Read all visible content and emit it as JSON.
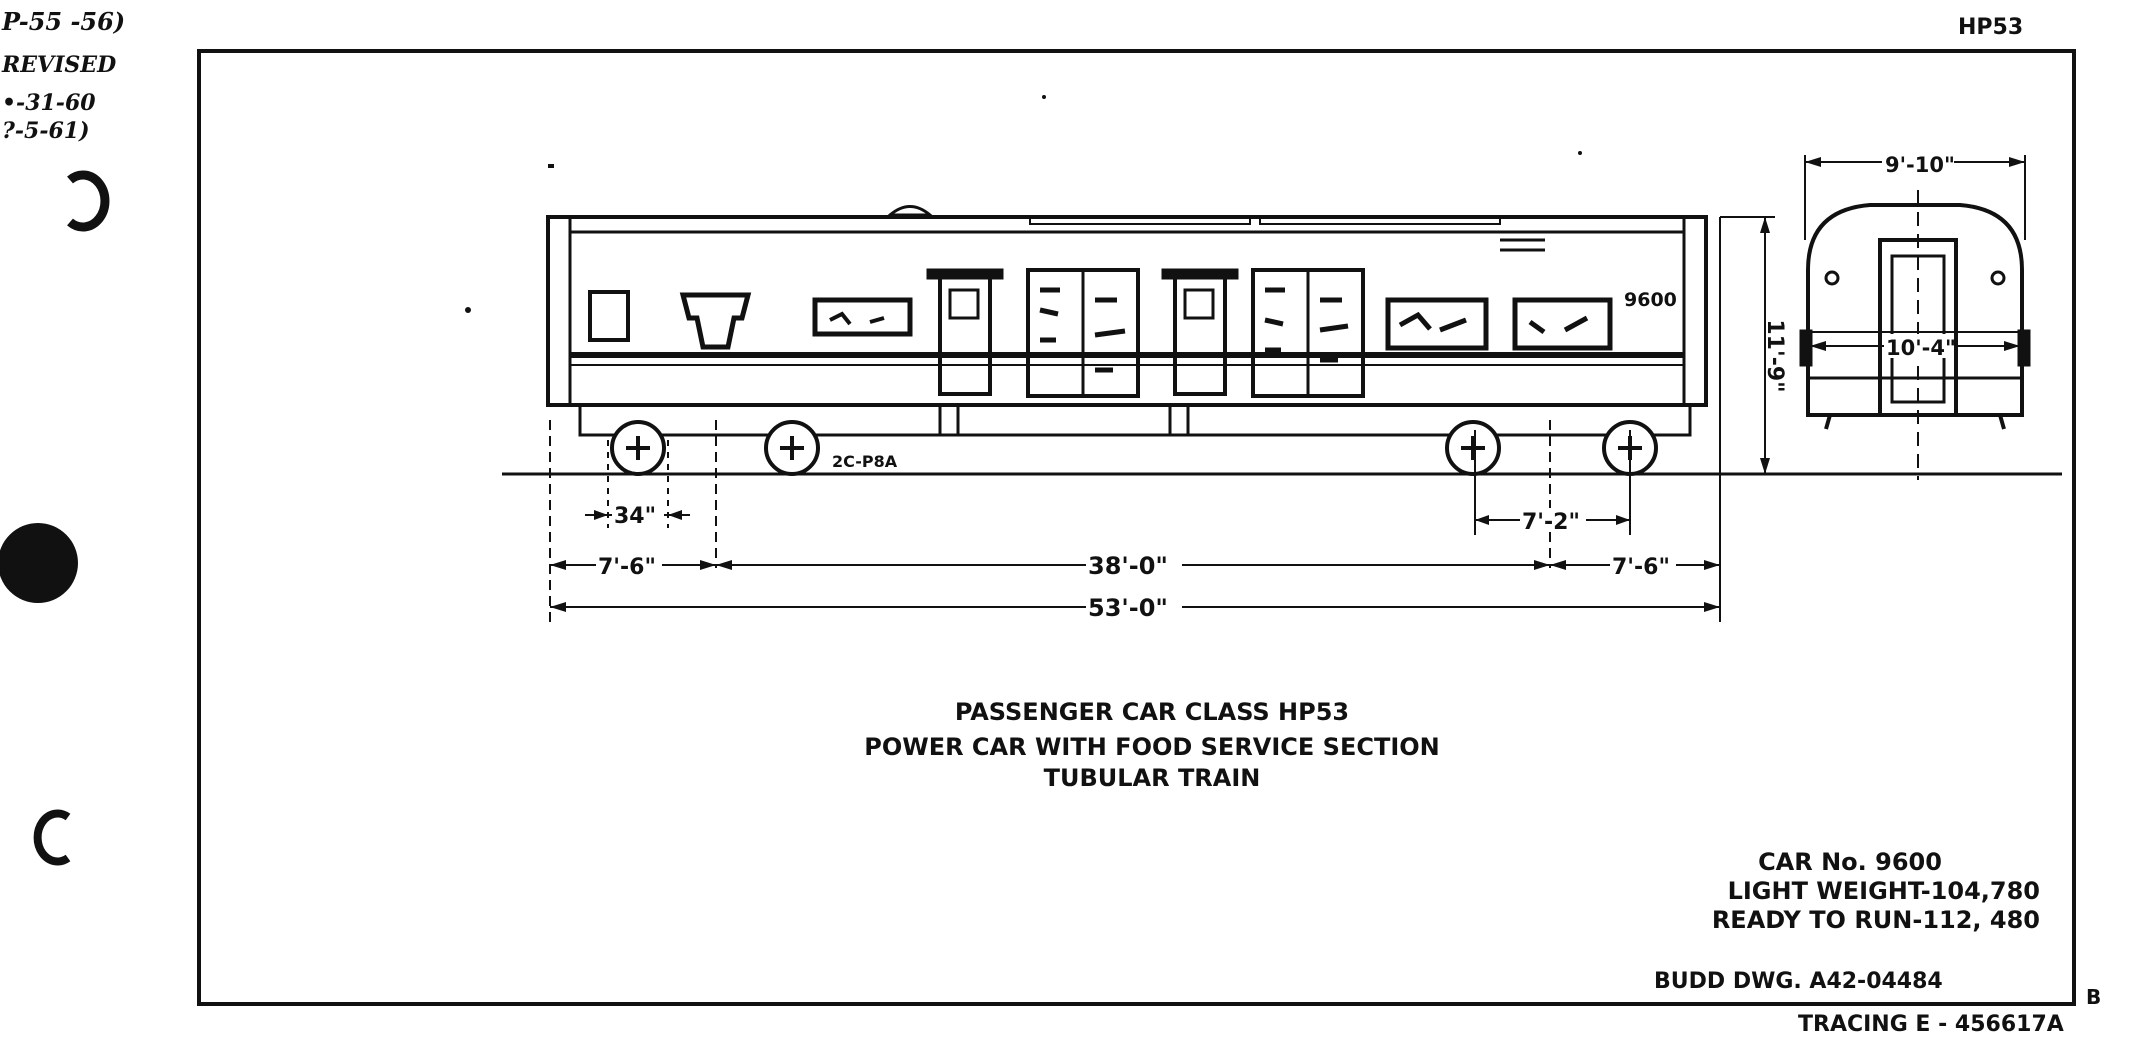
{
  "corner_note": {
    "line1": "P-55 -56)",
    "line2": "REVISED",
    "line3": "•-31-60",
    "line4": "?-5-61)"
  },
  "sheet_code": "HP53",
  "car_number_on_body": "9600",
  "truck_label": "2C-P8A",
  "dimensions": {
    "overall_height": "11'-9\"",
    "width_over_grab_irons": "9'-10\"",
    "width_inner": "10'-4\"",
    "wheel_offset": "34\"",
    "truck_wheelbase": "7'-2\"",
    "end_to_truck_left": "7'-6\"",
    "truck_centers": "38'-0\"",
    "end_to_truck_right": "7'-6\"",
    "overall_length": "53'-0\""
  },
  "title_block": {
    "line1": "PASSENGER CAR CLASS HP53",
    "line2": "POWER CAR WITH FOOD SERVICE SECTION",
    "line3": "TUBULAR TRAIN"
  },
  "car_info": {
    "car_no": "CAR No. 9600",
    "light_weight": "LIGHT WEIGHT-104,780",
    "ready_to_run": "READY TO RUN-112, 480"
  },
  "budd_drawing": "BUDD DWG. A42-04484",
  "revision_letter": "B",
  "tracing": "TRACING E - 456617A",
  "colors": {
    "ink": "#111111",
    "paper": "#ffffff"
  }
}
